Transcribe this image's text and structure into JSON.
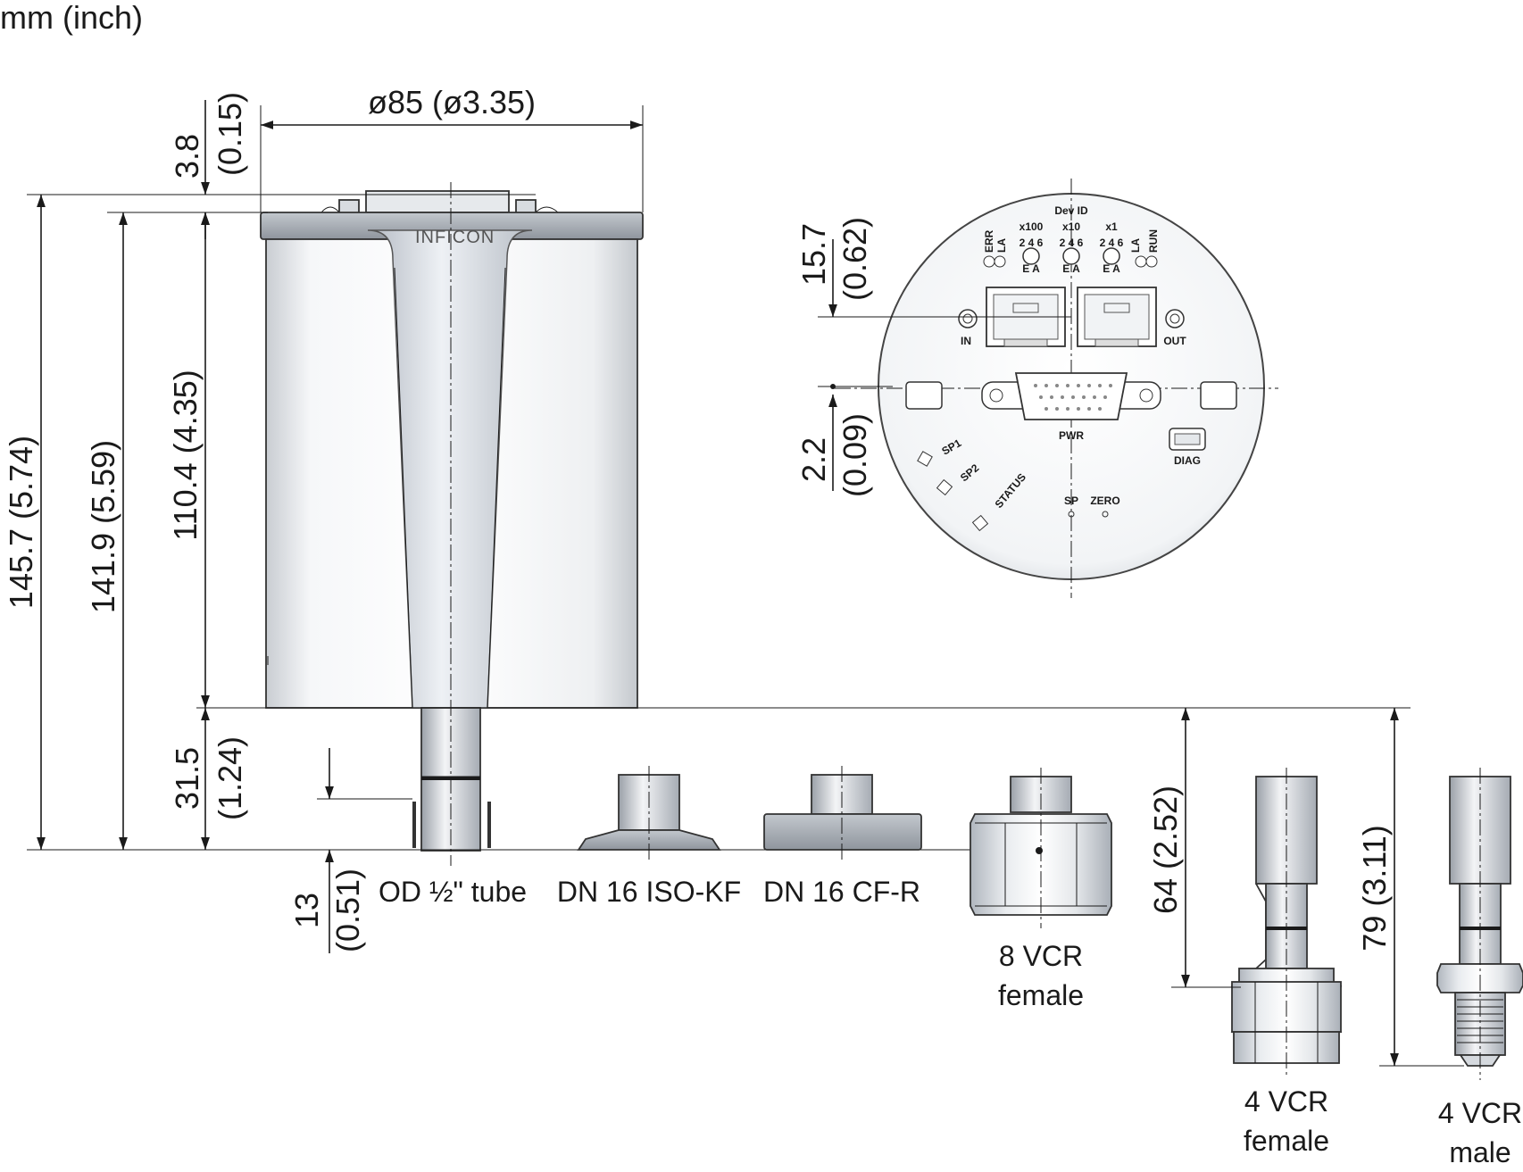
{
  "units_label": "mm (inch)",
  "brand": "INFICON",
  "dimensions": {
    "diameter": "ø85 (ø3.35)",
    "d_3_8": "3.8",
    "d_0_15": "(0.15)",
    "d_145_7": "145.7 (5.74)",
    "d_141_9": "141.9 (5.59)",
    "d_110_4": "110.4 (4.35)",
    "d_31_5": "31.5",
    "d_1_24": "(1.24)",
    "d_13": "13",
    "d_0_51": "(0.51)",
    "d_15_7": "15.7",
    "d_0_62": "(0.62)",
    "d_2_2": "2.2",
    "d_0_09": "(0.09)",
    "d_64": "64 (2.52)",
    "d_79": "79 (3.11)"
  },
  "fittings": {
    "tube": "OD ½\" tube",
    "isokf": "DN 16 ISO-KF",
    "cfr": "DN 16 CF-R",
    "vcr8_a": "8 VCR",
    "vcr8_b": "female",
    "vcr4f_a": "4 VCR",
    "vcr4f_b": "female",
    "vcr4m_a": "4 VCR",
    "vcr4m_b": "male"
  },
  "panel": {
    "dev_id": "Dev ID",
    "x100": "x100",
    "x10": "x10",
    "x1": "x1",
    "err": "ERR",
    "la1": "LA",
    "la2": "LA",
    "run": "RUN",
    "in": "IN",
    "out": "OUT",
    "pwr": "PWR",
    "diag": "DIAG",
    "sp1": "SP1",
    "sp2": "SP2",
    "status": "STATUS",
    "sp": "SP",
    "zero": "ZERO"
  },
  "colors": {
    "body_light": "#f4f6f8",
    "body_mid": "#d9dde2",
    "flange": "#a9afb6",
    "line": "#1a1a1a"
  }
}
